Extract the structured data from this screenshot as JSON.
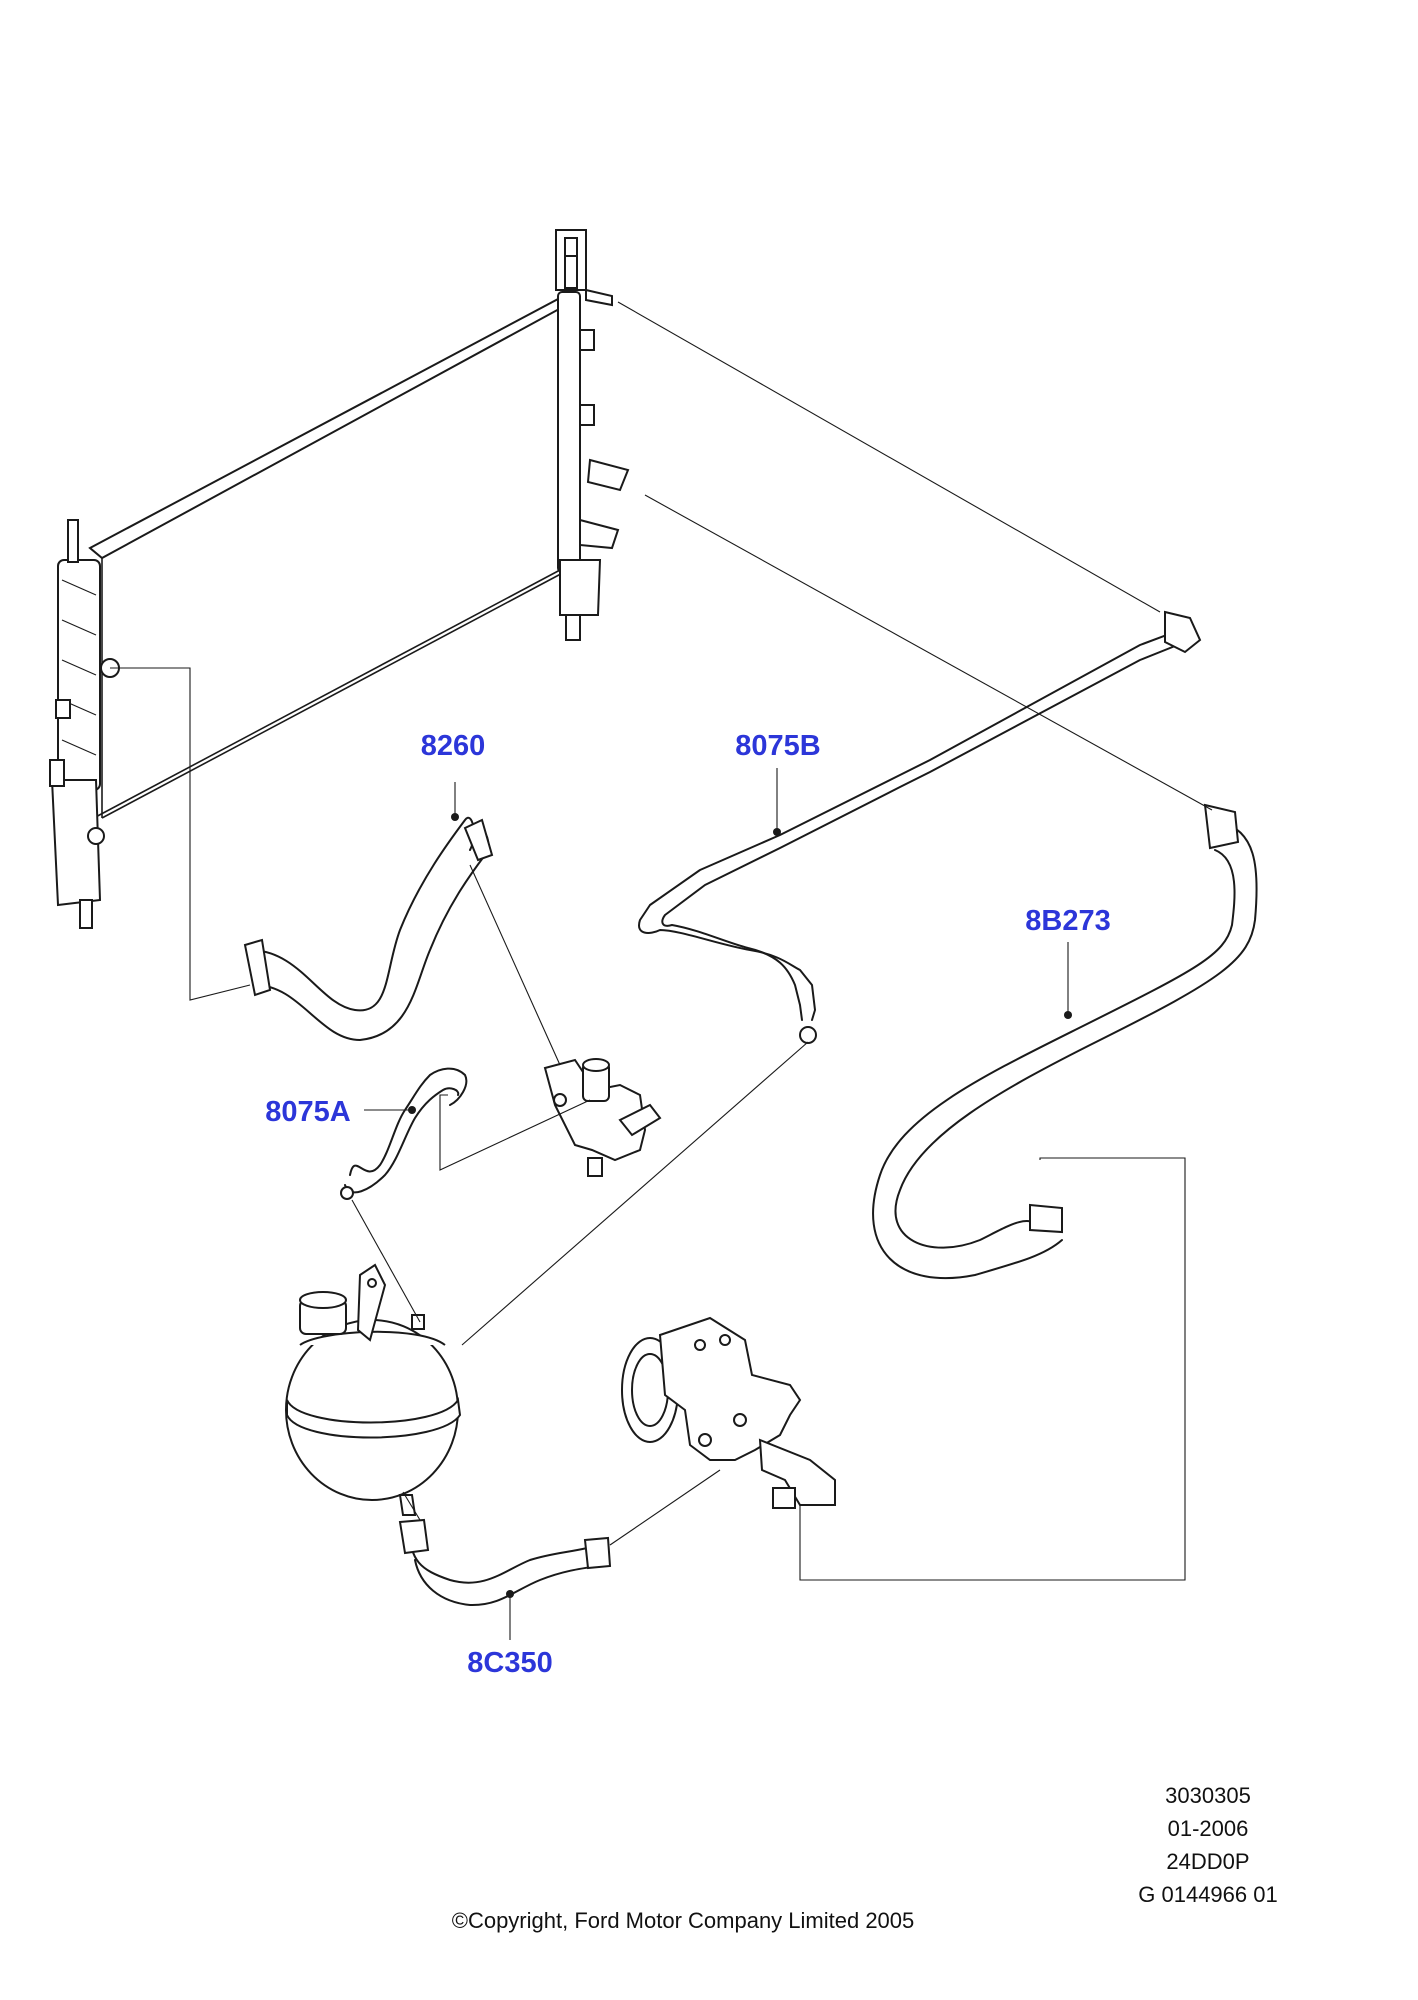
{
  "colors": {
    "label": "#2c36d9",
    "line": "#1a1a1a",
    "text": "#111111"
  },
  "part_labels": {
    "hose_8260": "8260",
    "hose_8075B": "8075B",
    "hose_8B273": "8B273",
    "hose_8075A": "8075A",
    "hose_8C350": "8C350"
  },
  "info_block": {
    "line1": "3030305",
    "line2": "01-2006",
    "line3": "24DD0P",
    "line4": "G 0144966 01"
  },
  "copyright": "©Copyright, Ford Motor Company Limited 2005"
}
